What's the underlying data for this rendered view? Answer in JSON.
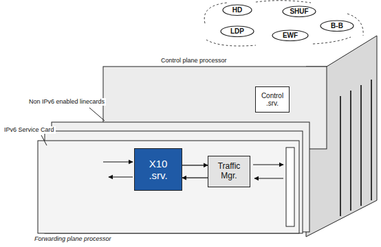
{
  "diagram": {
    "nodes": [
      {
        "text": [
          "HD"
        ]
      },
      {
        "text": [
          "SHUF"
        ]
      },
      {
        "text": [
          "B-B"
        ]
      },
      {
        "text": [
          "LDP"
        ]
      },
      {
        "text": [
          "EWF"
        ]
      },
      {
        "text": [
          "Control .srv."
        ]
      },
      {
        "text": [
          "X10 .srv."
        ]
      },
      {
        "text": [
          "Traffic Mgr."
        ]
      }
    ],
    "edges": [
      {
        "from": 6,
        "to": 7,
        "arrow": "to"
      },
      {
        "from": 7,
        "to": 6,
        "arrow": "to"
      }
    ],
    "labels": [
      "Control plane processor",
      "Non IPv6 enabled linecards",
      "IPv6 Service Card",
      "Forwarding plane processor"
    ]
  }
}
